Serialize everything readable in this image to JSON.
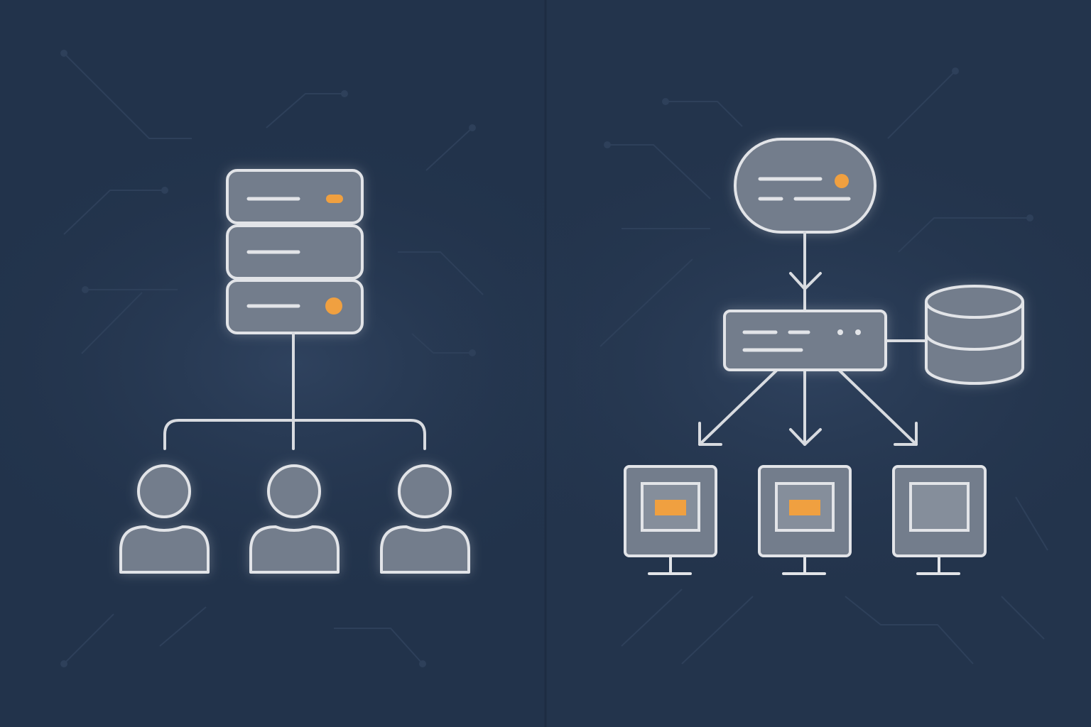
{
  "colors": {
    "background_left": "#22334b",
    "background_right": "#23344c",
    "node_fill": "#737d8c",
    "node_stroke": "#e2e4e8",
    "accent": "#f0a040",
    "circuit_lines": "#2c3e58"
  },
  "left_panel": {
    "icons": [
      "server-stack-icon",
      "user-icon",
      "user-icon",
      "user-icon"
    ],
    "server_units": [
      {
        "indicator": "orange-pill"
      },
      {
        "indicator": "none"
      },
      {
        "indicator": "orange-dot"
      }
    ]
  },
  "right_panel": {
    "icons": [
      "cloud-node-icon",
      "switch-icon",
      "database-icon",
      "monitor-icon",
      "monitor-icon",
      "monitor-icon"
    ],
    "monitors": [
      {
        "screen_highlight": true
      },
      {
        "screen_highlight": true
      },
      {
        "screen_highlight": false
      }
    ]
  }
}
